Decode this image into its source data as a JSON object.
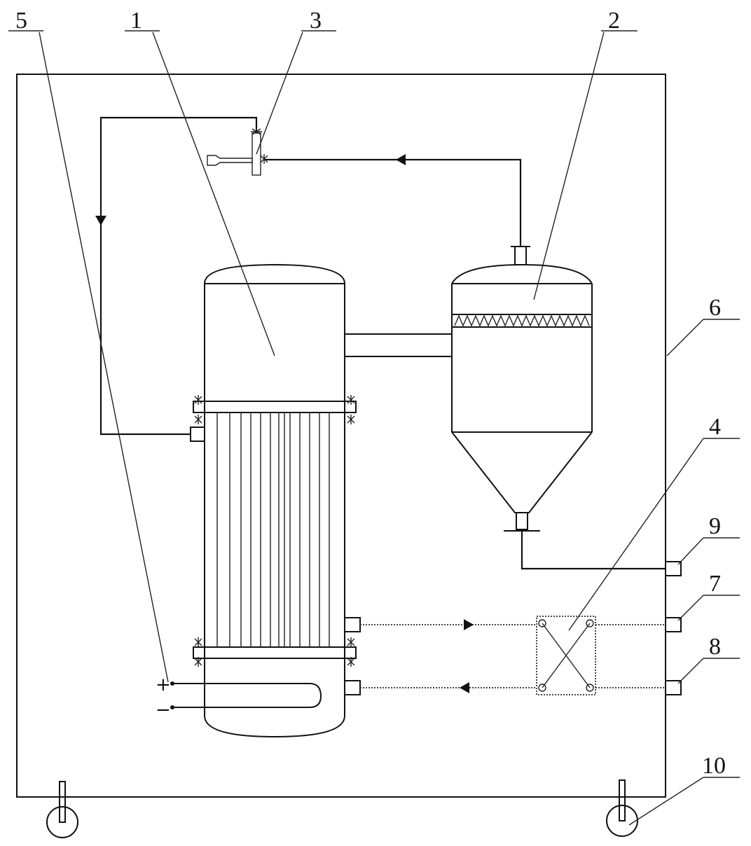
{
  "labels": {
    "n1": "1",
    "n2": "2",
    "n3": "3",
    "n4": "4",
    "n5": "5",
    "n6": "6",
    "n7": "7",
    "n8": "8",
    "n9": "9",
    "n10": "10"
  },
  "electrode": {
    "plus": "+",
    "minus": "−"
  }
}
